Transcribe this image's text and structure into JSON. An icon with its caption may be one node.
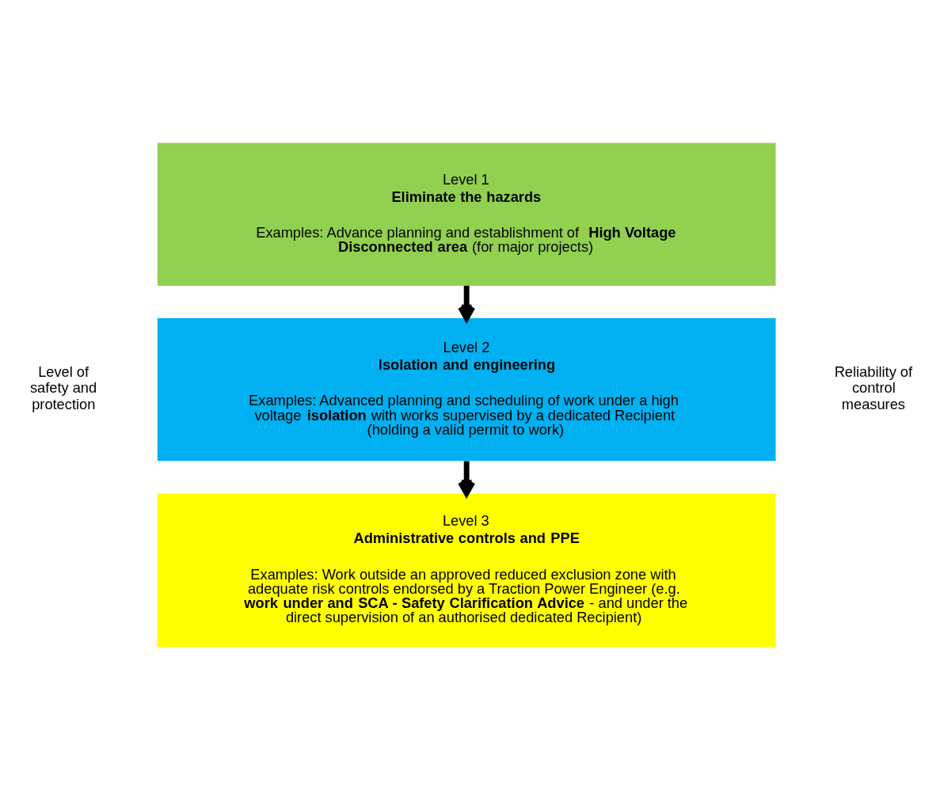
{
  "diagram": {
    "nodes": [
      {
        "text": [
          "Level 1",
          "Eliminate the hazards",
          "Examples: Advance planning and establishment of **High Voltage Disconnected area** (for major projects)"
        ]
      },
      {
        "text": [
          "Level 2",
          "Isolation and engineering",
          "Examples: Advanced planning and scheduling of work under a high voltage **isolation** with works supervised by a dedicated Recipient (holding a valid permit to work)"
        ]
      },
      {
        "text": [
          "Level 3",
          "Administrative controls and PPE",
          "Examples: Work outside an approved reduced exclusion zone with adequate risk controls endorsed by a Traction Power Engineer (e.g. **work under and SCA - Safety Clarification Advice** -  and under the direct supervision of an authorised dedicated Recipient)"
        ]
      }
    ],
    "edges": [
      {
        "from": 0,
        "to": 1,
        "arrow": "to"
      },
      {
        "from": 1,
        "to": 2,
        "arrow": "to"
      }
    ],
    "labels": [
      "Level of safety and protection",
      "Reliability of control measures"
    ]
  }
}
